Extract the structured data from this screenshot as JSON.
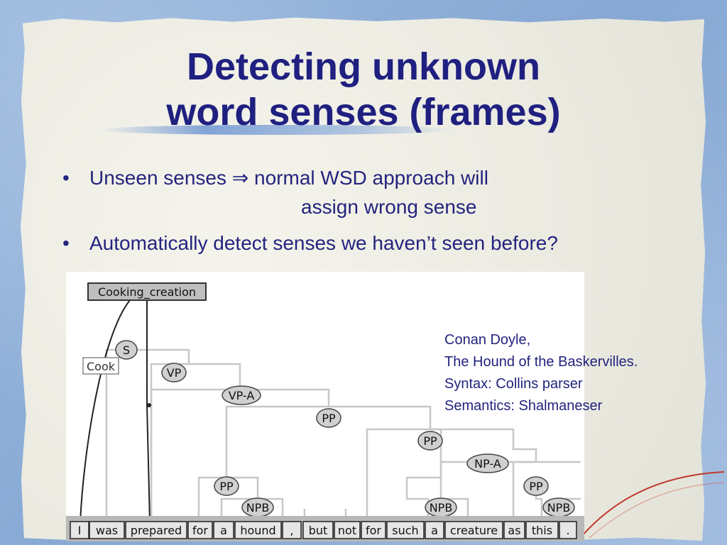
{
  "slide": {
    "title_lines": [
      "Detecting unknown",
      "word senses (frames)"
    ],
    "bullets": [
      {
        "marker": "•",
        "text_before": "Unseen senses ",
        "arrow": "⇒",
        "text_after": " normal WSD approach will",
        "continuation": "assign wrong sense"
      },
      {
        "marker": "•",
        "text": "Automatically detect senses we haven’t seen before?"
      }
    ],
    "caption": [
      "Conan Doyle,",
      "The Hound of the Baskervilles.",
      "Syntax: Collins parser",
      "Semantics: Shalmaneser"
    ]
  },
  "diagram": {
    "frame_label": "Cooking_creation",
    "fe_label": "Cook",
    "words": [
      "I",
      "was",
      "prepared",
      "for",
      "a",
      "hound",
      ",",
      "but",
      "not",
      "for",
      "such",
      "a",
      "creature",
      "as",
      "this",
      "."
    ],
    "nodes": [
      {
        "id": "s",
        "label": "S"
      },
      {
        "id": "vp",
        "label": "VP"
      },
      {
        "id": "vpa",
        "label": "VP-A"
      },
      {
        "id": "pp1",
        "label": "PP"
      },
      {
        "id": "pp2",
        "label": "PP"
      },
      {
        "id": "npa",
        "label": "NP-A"
      },
      {
        "id": "pp3",
        "label": "PP"
      },
      {
        "id": "npb1",
        "label": "NPB"
      },
      {
        "id": "pp4",
        "label": "PP"
      },
      {
        "id": "npb2",
        "label": "NPB"
      },
      {
        "id": "npb3",
        "label": "NPB"
      }
    ]
  }
}
